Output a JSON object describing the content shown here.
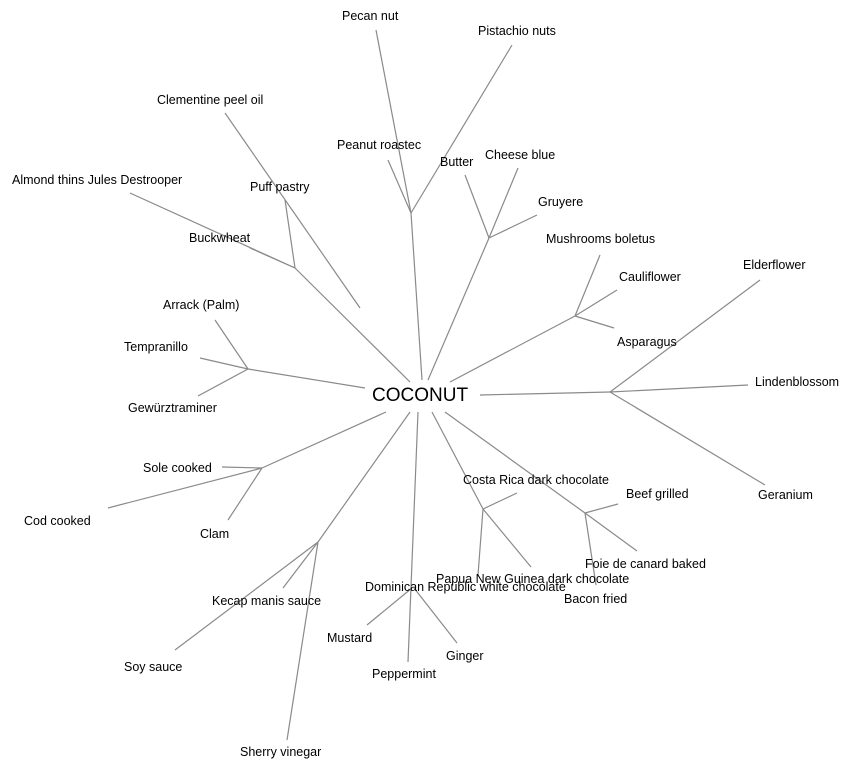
{
  "root": "COCONUT",
  "leaves": [
    "Pecan nut",
    "Pistachio nuts",
    "Peanut roastec",
    "Butter",
    "Cheese blue",
    "Gruyere",
    "Mushrooms boletus",
    "Cauliflower",
    "Asparagus",
    "Elderflower",
    "Lindenblossom",
    "Geranium",
    "Clementine peel oil",
    "Almond thins Jules Destrooper",
    "Puff pastry",
    "Buckwheat",
    "Arrack (Palm)",
    "Tempranillo",
    "Gewürztraminer",
    "Sole cooked",
    "Cod cooked",
    "Clam",
    "Kecap manis sauce",
    "Soy sauce",
    "Sherry vinegar",
    "Dominican Republic white chocolate",
    "Mustard",
    "Peppermint",
    "Ginger",
    "Costa Rica dark chocolate",
    "Papua New Guinea dark chocolate",
    "Beef grilled",
    "Foie de canard baked",
    "Bacon fried"
  ]
}
